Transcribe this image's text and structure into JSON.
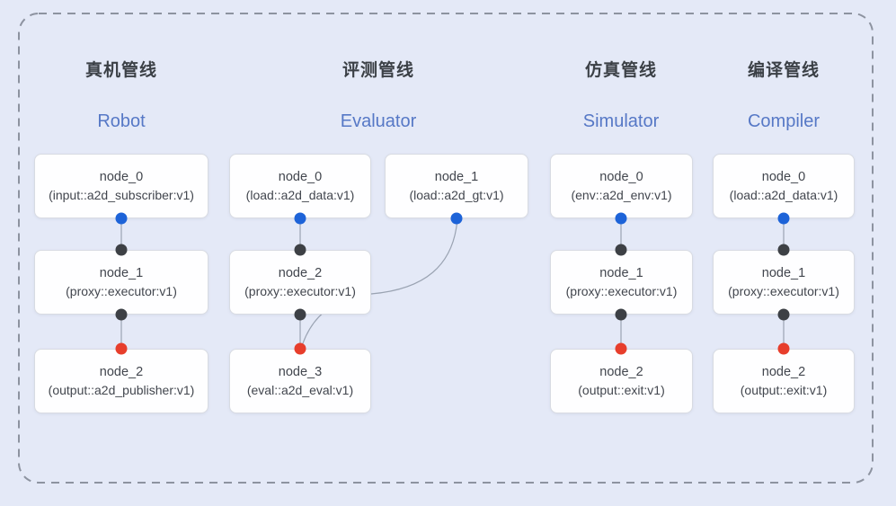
{
  "colors": {
    "bg": "#e4e9f7",
    "frame": "#8d93a0",
    "line": "#9aa3b2",
    "blue_dot": "#1d63d8",
    "black_dot": "#3d4045",
    "red_dot": "#e73e2c",
    "box_bg": "#fefeff",
    "box_border": "#d8dbe2",
    "title": "#3b4046",
    "subtitle": "#5678c6",
    "node_text": "#42464e"
  },
  "pipelines": [
    {
      "title": "真机管线",
      "subtitle": "Robot",
      "nodes": [
        {
          "name": "node_0",
          "detail": "(input::a2d_subscriber:v1)"
        },
        {
          "name": "node_1",
          "detail": "(proxy::executor:v1)"
        },
        {
          "name": "node_2",
          "detail": "(output::a2d_publisher:v1)"
        }
      ]
    },
    {
      "title": "评测管线",
      "subtitle": "Evaluator",
      "nodes": [
        {
          "name": "node_0",
          "detail": "(load::a2d_data:v1)"
        },
        {
          "name": "node_1",
          "detail": "(load::a2d_gt:v1)"
        },
        {
          "name": "node_2",
          "detail": "(proxy::executor:v1)"
        },
        {
          "name": "node_3",
          "detail": "(eval::a2d_eval:v1)"
        }
      ]
    },
    {
      "title": "仿真管线",
      "subtitle": "Simulator",
      "nodes": [
        {
          "name": "node_0",
          "detail": "(env::a2d_env:v1)"
        },
        {
          "name": "node_1",
          "detail": "(proxy::executor:v1)"
        },
        {
          "name": "node_2",
          "detail": "(output::exit:v1)"
        }
      ]
    },
    {
      "title": "编译管线",
      "subtitle": "Compiler",
      "nodes": [
        {
          "name": "node_0",
          "detail": "(load::a2d_data:v1)"
        },
        {
          "name": "node_1",
          "detail": "(proxy::executor:v1)"
        },
        {
          "name": "node_2",
          "detail": "(output::exit:v1)"
        }
      ]
    }
  ]
}
